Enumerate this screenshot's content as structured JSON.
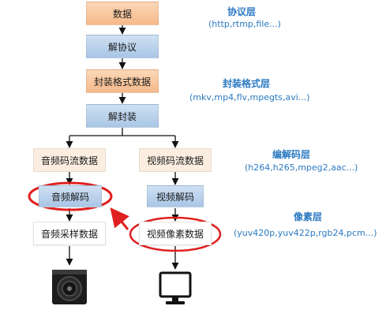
{
  "flow": {
    "data": "数据",
    "protocol_parse": "解协议",
    "container_data": "封装格式数据",
    "demux": "解封装",
    "audio_stream": "音频码流数据",
    "video_stream": "视频码流数据",
    "audio_decode": "音频解码",
    "video_decode": "视频解码",
    "audio_samples": "音频采样数据",
    "video_pixels": "视频像素数据"
  },
  "layers": {
    "protocol_title": "协议层",
    "protocol_sub": "(http,rtmp,file...)",
    "container_title": "封装格式层",
    "container_sub": "(mkv,mp4,flv,mpegts,avi...)",
    "codec_title": "编解码层",
    "codec_sub": "(h264,h265,mpeg2,aac...)",
    "pixel_title": "像素层",
    "pixel_sub": "(yuv420p,yuv422p,rgb24,pcm...)"
  },
  "icons": {
    "speaker": "speaker-icon",
    "monitor": "monitor-icon"
  },
  "colors": {
    "orange_box": "#f6b98a",
    "blue_box": "#a9c6e6",
    "cream_box": "#fbeee0",
    "layer_text": "#2b79c2",
    "highlight": "#e02020"
  }
}
